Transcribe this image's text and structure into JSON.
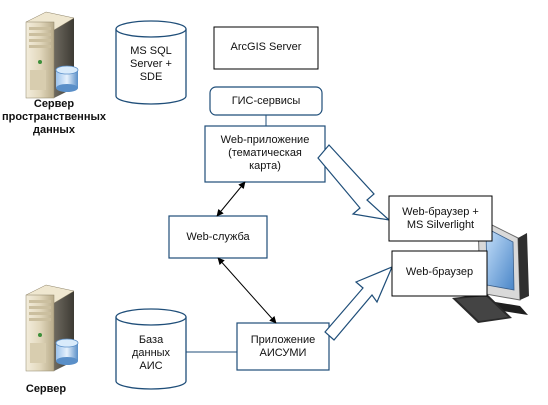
{
  "server_top": {
    "label_lines": [
      "Сервер",
      "пространственных",
      "данных"
    ]
  },
  "server_bottom": {
    "label_lines": [
      "Сервер"
    ]
  },
  "db_top": {
    "label_lines": [
      "MS SQL",
      "Server +",
      "SDE"
    ]
  },
  "db_bottom": {
    "label_lines": [
      "База",
      "данных",
      "АИС"
    ]
  },
  "arcgis": {
    "label": "ArcGIS Server"
  },
  "gis_services": {
    "label": "ГИС-сервисы"
  },
  "web_app": {
    "label_lines": [
      "Web-приложение",
      "(тематическая",
      "карта)"
    ]
  },
  "web_service": {
    "label": "Web-служба"
  },
  "app_aisumi": {
    "label_lines": [
      "Приложение",
      "АИСУМИ"
    ]
  },
  "browser_silverlight": {
    "label_lines": [
      "Web-браузер +",
      "MS Silverlight"
    ]
  },
  "browser": {
    "label": "Web-браузер"
  },
  "colors": {
    "stroke": "#1f4e79",
    "cylinder": "#4a6fa5",
    "line": "#000000"
  }
}
